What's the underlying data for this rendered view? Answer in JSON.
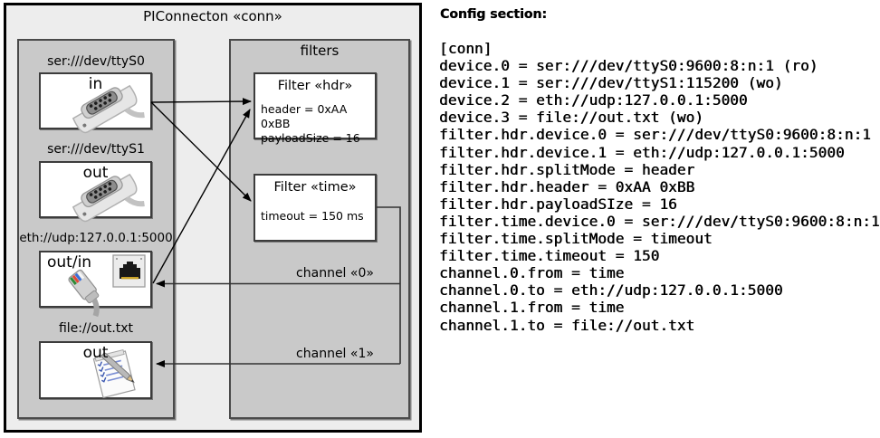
{
  "colors": {
    "outer_fill": "#ededed",
    "panel_fill": "#c9c9c9",
    "box_border": "#3c3c3c",
    "line_color": "#000000"
  },
  "diagram": {
    "title": "PIConnecton «conn»",
    "devices": [
      {
        "label": "ser:///dev/ttyS0",
        "port": "in",
        "icon": "db9-serial-connector-photo"
      },
      {
        "label": "ser:///dev/ttyS1",
        "port": "out",
        "icon": "db9-serial-connector-photo"
      },
      {
        "label": "eth://udp:127.0.0.1:5000",
        "port": "out/in",
        "icon": "rj45-ethernet-connector-photo"
      },
      {
        "label": "file://out.txt",
        "port": "out",
        "icon": "notepad-pen-icon"
      }
    ],
    "filters_panel": {
      "title": "filters",
      "filters": [
        {
          "name": "Filter «hdr»",
          "props": [
            "header = 0xAA 0xBB",
            "payloadSize = 16"
          ]
        },
        {
          "name": "Filter «time»",
          "props": [
            "timeout = 150 ms"
          ]
        }
      ],
      "channels": [
        {
          "label": "channel «0»"
        },
        {
          "label": "channel «1»"
        }
      ]
    }
  },
  "config": {
    "heading": "Config section:",
    "lines": [
      "[conn]",
      "device.0 = ser:///dev/ttyS0:9600:8:n:1 (ro)",
      "device.1 = ser:///dev/ttyS1:115200 (wo)",
      "device.2 = eth://udp:127.0.0.1:5000",
      "device.3 = file://out.txt (wo)",
      "filter.hdr.device.0 = ser:///dev/ttyS0:9600:8:n:1",
      "filter.hdr.device.1 = eth://udp:127.0.0.1:5000",
      "filter.hdr.splitMode = header",
      "filter.hdr.header = 0xAA 0xBB",
      "filter.hdr.payloadSIze = 16",
      "filter.time.device.0 = ser:///dev/ttyS0:9600:8:n:1",
      "filter.time.splitMode = timeout",
      "filter.time.timeout = 150",
      "channel.0.from = time",
      "channel.0.to = eth://udp:127.0.0.1:5000",
      "channel.1.from = time",
      "channel.1.to = file://out.txt"
    ]
  }
}
